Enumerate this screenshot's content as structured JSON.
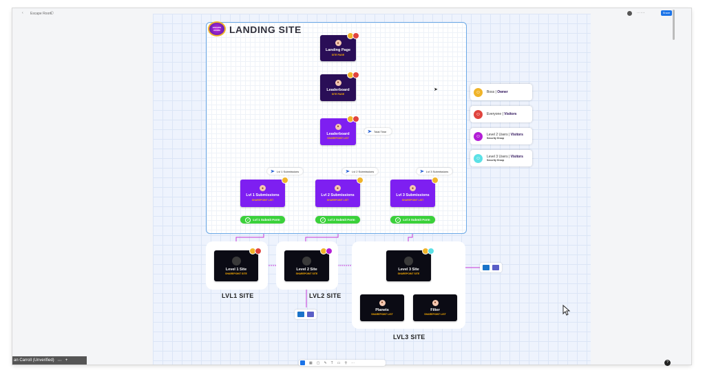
{
  "topbar": {
    "left_text": "Escape Room",
    "right_button": "Share"
  },
  "landing": {
    "title": "LANDING SITE",
    "logo_text": "ESCAPE ROOM"
  },
  "cards": {
    "landing_page": {
      "title": "Landing Page",
      "sub": "SITE PAGE"
    },
    "leaderboard_page": {
      "title": "Leaderboard",
      "sub": "SITE PAGE"
    },
    "leaderboard_list": {
      "title": "Leaderboard",
      "sub": "SHAREPOINT LIST"
    },
    "lvl1_sub": {
      "title": "Lvl 1 Submissions",
      "sub": "SHAREPOINT LIST"
    },
    "lvl2_sub": {
      "title": "Lvl 2 Submissions",
      "sub": "SHAREPOINT LIST"
    },
    "lvl3_sub": {
      "title": "Lvl 3 Submissions",
      "sub": "SHAREPOINT LIST"
    },
    "level1_site": {
      "title": "Level 1 Site",
      "sub": "SHAREPOINT SITE"
    },
    "level2_site": {
      "title": "Level 2 Site",
      "sub": "SHAREPOINT SITE"
    },
    "level3_site": {
      "title": "Level 3 Site",
      "sub": "SHAREPOINT SITE"
    },
    "planets": {
      "title": "Planets",
      "sub": "SHAREPOINT LIST"
    },
    "filter": {
      "title": "Filter",
      "sub": "SHAREPOINT LIST"
    }
  },
  "pills": {
    "total_time": "Total Time",
    "lvl1": "Lvl 1 Submissions",
    "lvl2": "Lvl 2 Submissions",
    "lvl3": "Lvl 3 Submissions"
  },
  "forms": {
    "lvl1": "Lvl 1 Submit Form",
    "lvl2": "Lvl 2 Submit Form",
    "lvl3": "Lvl 3 Submit Form"
  },
  "legend": [
    {
      "name": "Boss",
      "role": "Owner",
      "sub": "",
      "color": "#f0b429"
    },
    {
      "name": "Everyone",
      "role": "Visitors",
      "sub": "",
      "color": "#e0443e"
    },
    {
      "name": "Level 2 Users",
      "role": "Visitors",
      "sub": "Security Group",
      "color": "#b31ed6"
    },
    {
      "name": "Level 3 Users",
      "role": "Visitors",
      "sub": "Security Group",
      "color": "#5ce1e6"
    }
  ],
  "site_labels": {
    "lvl1": "LVL1 SITE",
    "lvl2": "LVL2 SITE",
    "lvl3": "LVL3 SITE"
  },
  "user": {
    "name": "an Carroll (Unverified)"
  },
  "colors": {
    "navy": "#2a0e57",
    "purple": "#7e1ff1",
    "green": "#3ad13a",
    "connector": "#c737d6",
    "accent": "#1a73e8"
  }
}
